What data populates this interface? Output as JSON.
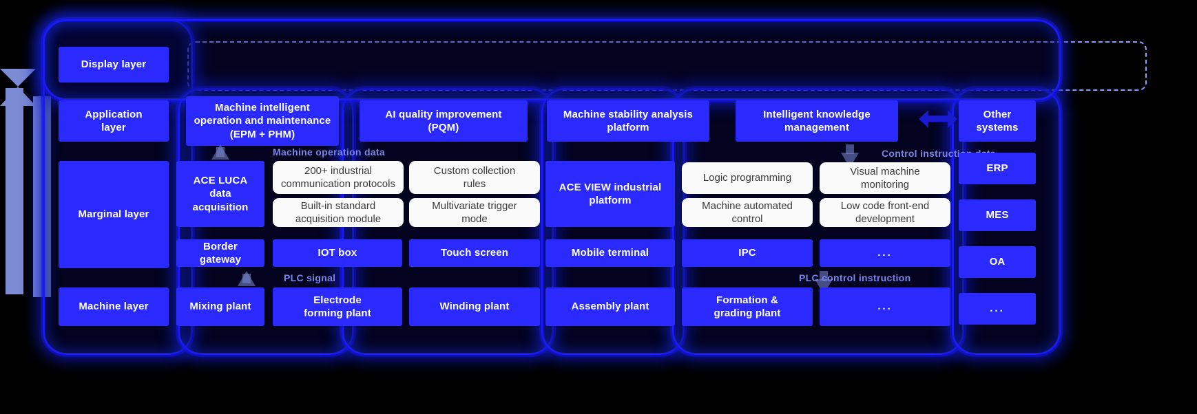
{
  "diagram": {
    "cut_label": "tion",
    "left_arrows": {
      "down_name": "data-flow-down-arrow",
      "up_name": "data-flow-up-arrow"
    }
  },
  "layers": [
    {
      "id": "display",
      "label": "Display layer"
    },
    {
      "id": "application",
      "label": "Application\nlayer"
    },
    {
      "id": "marginal",
      "label": "Marginal layer"
    },
    {
      "id": "machine",
      "label": "Machine layer"
    }
  ],
  "application_layer": {
    "items": [
      "Machine intelligent\noperation and maintenance\n(EPM + PHM)",
      "AI quality improvement\n(PQM)",
      "Machine stability analysis\nplatform",
      "Intelligent knowledge\nmanagement"
    ]
  },
  "connector_labels": {
    "machine_operation_data": "Machine operation data",
    "control_instruction_data": "Control instruction data",
    "plc_signal": "PLC signal",
    "plc_control_instruction": "PLC control instruction"
  },
  "marginal_layer": {
    "ace_luca": "ACE LUCA data\nacquisition",
    "ace_view": "ACE VIEW industrial\nplatform",
    "left_features": [
      "200+ industrial\ncommunication protocols",
      "Custom collection\nrules",
      "Built-in standard\nacquisition module",
      "Multivariate trigger\nmode"
    ],
    "right_features": [
      "Logic programming",
      "Visual machine\nmonitoring",
      "Machine automated\ncontrol",
      "Low code front-end\ndevelopment"
    ],
    "devices": [
      "Border gateway",
      "IOT box",
      "Touch screen",
      "Mobile terminal",
      "IPC",
      "..."
    ]
  },
  "machine_layer": {
    "plants": [
      "Mixing plant",
      "Electrode\nforming plant",
      "Winding plant",
      "Assembly plant",
      "Formation &\ngrading plant",
      "..."
    ]
  },
  "other_systems": {
    "header": "Other\nsystems",
    "items": [
      "ERP",
      "MES",
      "OA",
      "..."
    ]
  },
  "colors": {
    "background": "#000000",
    "blue_box": "#2a2aff",
    "white_box": "#fafafa",
    "glow_border": "#1b1bf0",
    "band_text": "#7b86e8",
    "arrow": "#7b8bd4",
    "dashed_outline": "#8aa0ff"
  }
}
